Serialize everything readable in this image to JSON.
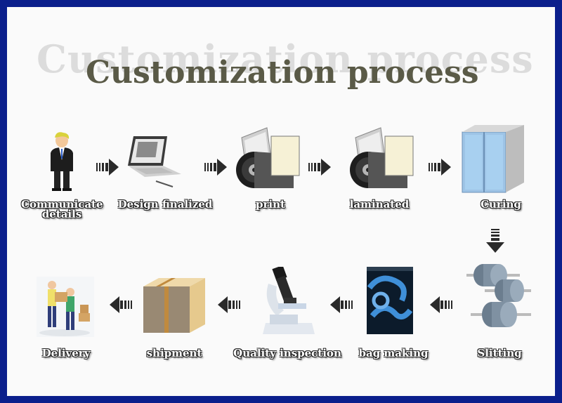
{
  "title": "Customization process",
  "title_shadow": "Customization process",
  "steps": [
    {
      "label": "Communicate details",
      "icon": "person-icon"
    },
    {
      "label": "Design finalized",
      "icon": "laptop-icon"
    },
    {
      "label": "print",
      "icon": "print-roll-icon"
    },
    {
      "label": "laminated",
      "icon": "lamination-roll-icon"
    },
    {
      "label": "Curing",
      "icon": "curing-chamber-icon"
    },
    {
      "label": "Slitting",
      "icon": "slitting-rollers-icon"
    },
    {
      "label": "bag making",
      "icon": "bag-icon"
    },
    {
      "label": "Quality inspection",
      "icon": "microscope-icon"
    },
    {
      "label": "shipment",
      "icon": "box-icon"
    },
    {
      "label": "Delivery",
      "icon": "delivery-icon"
    }
  ],
  "colors": {
    "frame": "#0b1f8c",
    "title": "#5a5a47",
    "arrow": "#2a2a2a"
  }
}
